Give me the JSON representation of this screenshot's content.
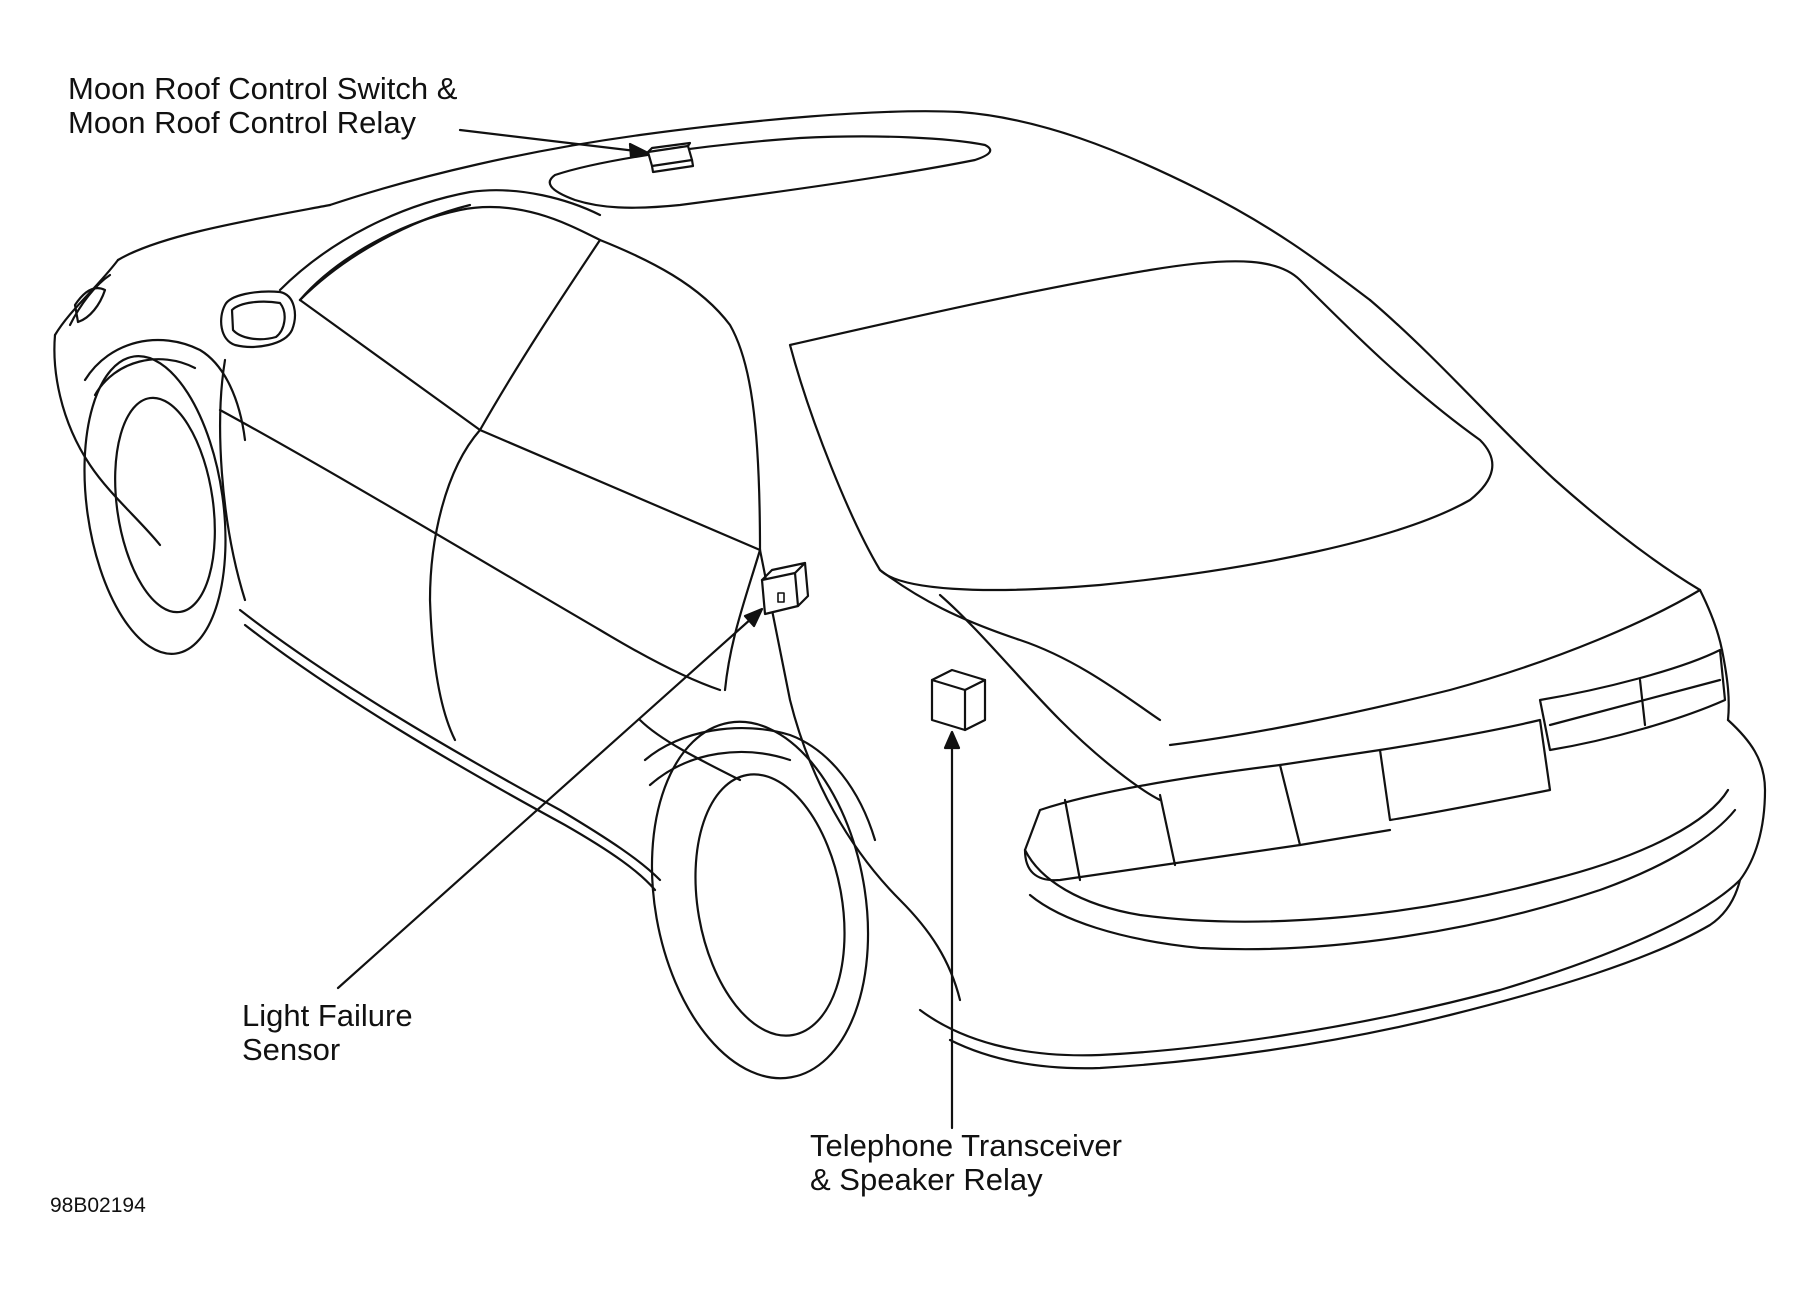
{
  "labels": {
    "moon_roof": {
      "line1": "Moon Roof Control Switch &",
      "line2": "Moon Roof Control Relay"
    },
    "light_failure": {
      "line1": "Light Failure",
      "line2": "Sensor"
    },
    "telephone": {
      "line1": "Telephone Transceiver",
      "line2": "& Speaker Relay"
    }
  },
  "figure_code": "98B02194",
  "colors": {
    "line": "#111111",
    "background": "#ffffff"
  }
}
